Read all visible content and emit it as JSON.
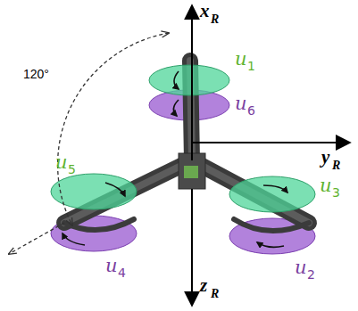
{
  "diagram": {
    "labels": [
      "x",
      "R",
      "y",
      "R",
      "z",
      "R",
      "u",
      "1",
      "u",
      "6",
      "u",
      "5",
      "u",
      "3",
      "u",
      "4",
      "u",
      "2",
      "120°"
    ]
  }
}
